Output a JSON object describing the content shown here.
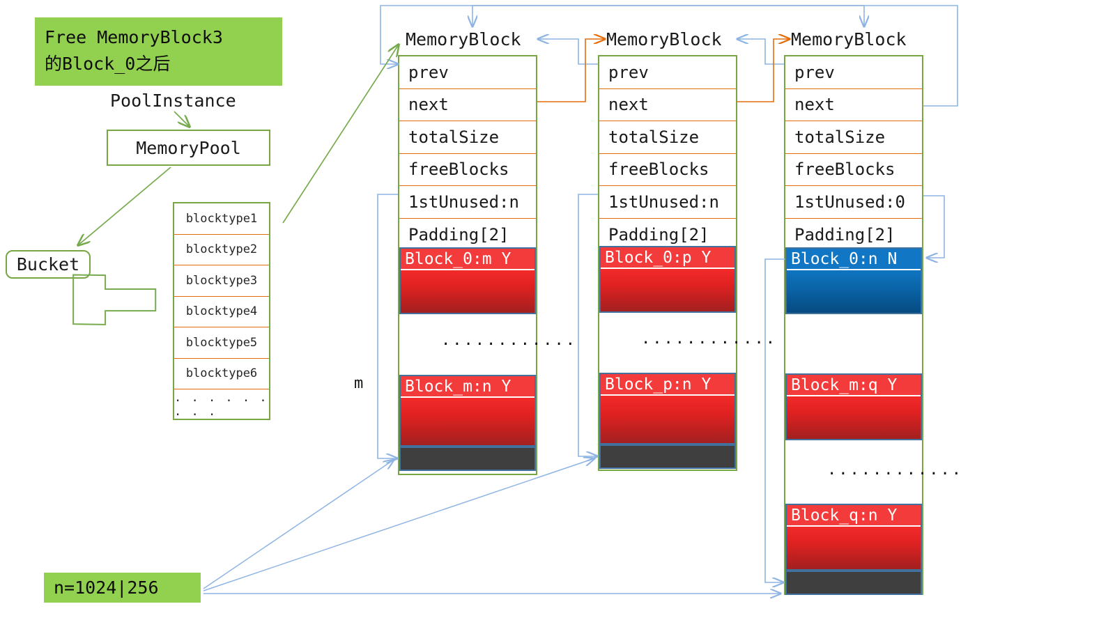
{
  "legend": {
    "banner_text": "Free MemoryBlock3\n的Block_0之后",
    "banner_color": "#92d050",
    "pool_instance_label": "PoolInstance",
    "memory_pool_label": "MemoryPool",
    "bucket_label": "Bucket",
    "footer_label": "n=1024|256",
    "m_label": "m"
  },
  "bucket": {
    "items": [
      "blocktype1",
      "blocktype2",
      "blocktype3",
      "blocktype4",
      "blocktype5",
      "blocktype6",
      ". . . . . . . . ."
    ]
  },
  "columns": [
    {
      "title": "MemoryBlock",
      "fields": [
        "prev",
        "next",
        "totalSize",
        "freeBlocks",
        "1stUnused:n",
        "Padding[2]"
      ],
      "blocks": [
        {
          "label": "Block_0:m Y",
          "state": "used",
          "color": "#f43b3b"
        },
        {
          "label": "............",
          "state": "gap"
        },
        {
          "label": "Block_m:n Y",
          "state": "used",
          "color": "#f43b3b"
        },
        {
          "label": "",
          "state": "footer",
          "color": "#3f3f3f"
        }
      ]
    },
    {
      "title": "MemoryBlock",
      "fields": [
        "prev",
        "next",
        "totalSize",
        "freeBlocks",
        "1stUnused:n",
        "Padding[2]"
      ],
      "blocks": [
        {
          "label": "Block_0:p Y",
          "state": "used",
          "color": "#f43b3b"
        },
        {
          "label": "............",
          "state": "gap"
        },
        {
          "label": "Block_p:n Y",
          "state": "used",
          "color": "#f43b3b"
        },
        {
          "label": "",
          "state": "footer",
          "color": "#3f3f3f"
        }
      ]
    },
    {
      "title": "MemoryBlock",
      "fields": [
        "prev",
        "next",
        "totalSize",
        "freeBlocks",
        "1stUnused:0",
        "Padding[2]"
      ],
      "blocks": [
        {
          "label": "Block_0:n N",
          "state": "free",
          "color": "#1176c4"
        },
        {
          "label": "",
          "state": "gap"
        },
        {
          "label": "Block_m:q Y",
          "state": "used",
          "color": "#f43b3b"
        },
        {
          "label": "............",
          "state": "gap"
        },
        {
          "label": "Block_q:n Y",
          "state": "used",
          "color": "#f43b3b"
        },
        {
          "label": "",
          "state": "footer",
          "color": "#3f3f3f"
        }
      ]
    }
  ],
  "colors": {
    "green_border": "#76a743",
    "orange_rule": "#e46c0a",
    "blue_connector": "#8eb4e3",
    "orange_connector": "#e46c0a",
    "green_connector": "#77ab4e",
    "dark_footer": "#3f3f3f"
  }
}
